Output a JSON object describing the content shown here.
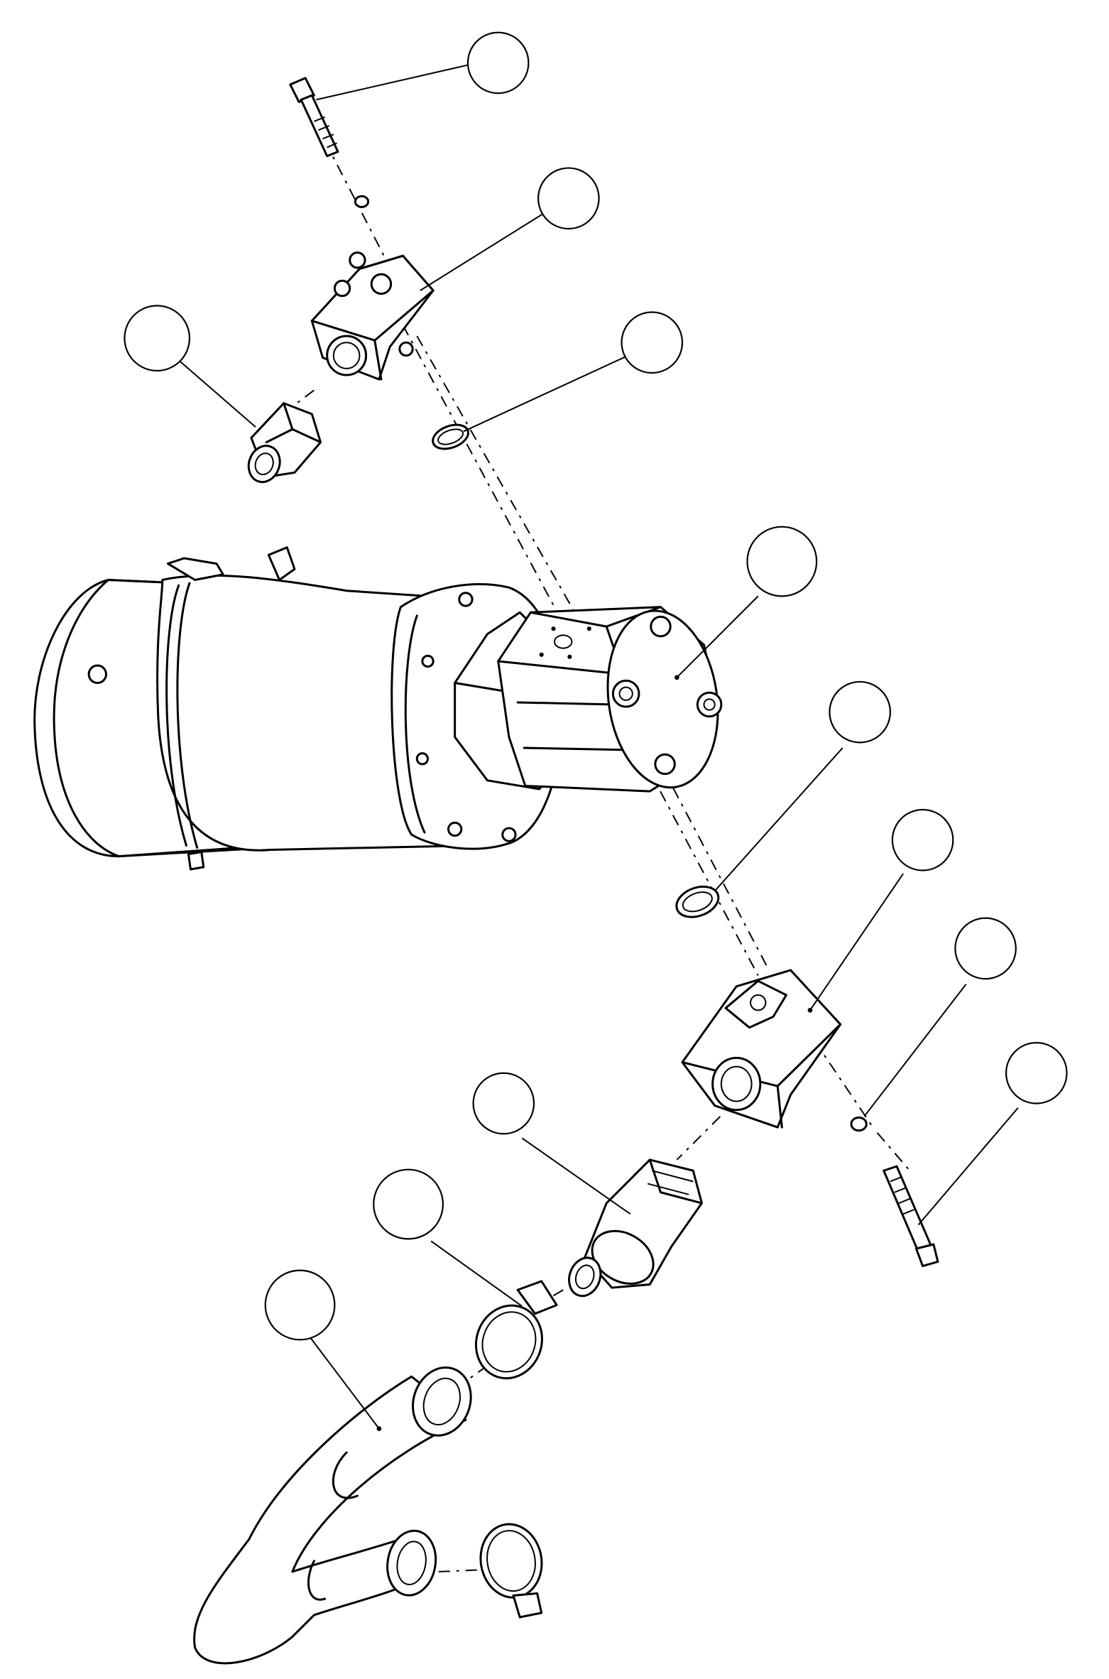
{
  "drawing": {
    "type": "exploded-assembly-view",
    "line_color": "#000000",
    "background": "#ffffff",
    "balloons": [
      {
        "id": "balloon-top-bolt",
        "label": ""
      },
      {
        "id": "balloon-upper-valve-block",
        "label": ""
      },
      {
        "id": "balloon-upper-fitting",
        "label": ""
      },
      {
        "id": "balloon-upper-o-ring",
        "label": ""
      },
      {
        "id": "balloon-pump",
        "label": ""
      },
      {
        "id": "balloon-lower-o-ring",
        "label": ""
      },
      {
        "id": "balloon-lower-valve-block",
        "label": ""
      },
      {
        "id": "balloon-lower-washer",
        "label": ""
      },
      {
        "id": "balloon-lower-bolt",
        "label": ""
      },
      {
        "id": "balloon-elbow-fitting",
        "label": ""
      },
      {
        "id": "balloon-hose-clamp",
        "label": ""
      },
      {
        "id": "balloon-hose",
        "label": ""
      }
    ]
  }
}
